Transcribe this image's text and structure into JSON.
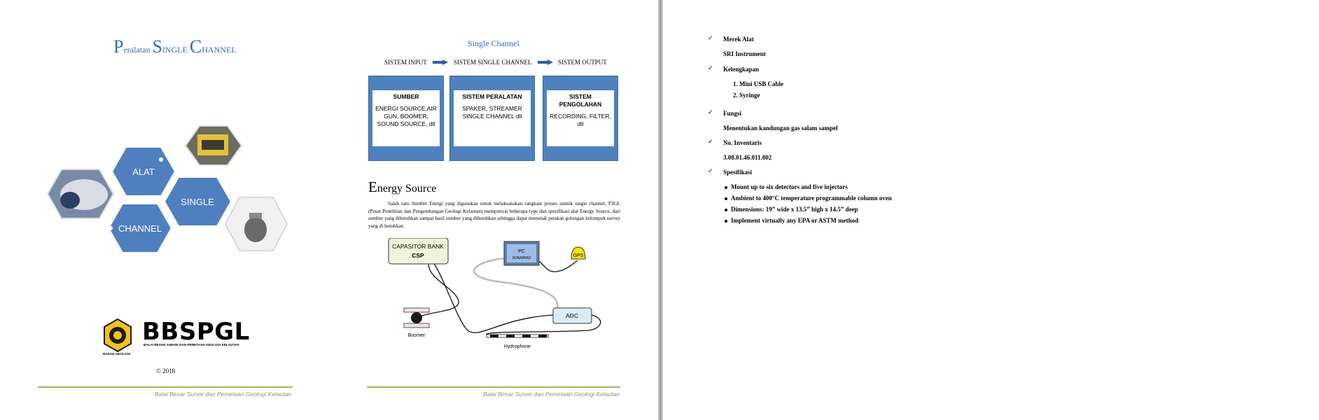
{
  "cover": {
    "title_parts": [
      "P",
      "eralatan ",
      "S",
      "INGLE ",
      "C",
      "HANNEL"
    ],
    "hexagons": [
      "ALAT",
      "SINGLE",
      "CHANNEL"
    ],
    "logo_text": "BBSPGL",
    "logo_subtitle": "BALAI BESAR SURVEI DAN PEMETAAN GEOLOGI KELAUTAN",
    "logo_emblem_caption": "BADAN GEOLOGI",
    "copyright": "© 2018",
    "footer": "Balai Besar Survei dan Pemetaan Geologi Kelautan"
  },
  "page2": {
    "title": "Single Channel",
    "flow": [
      "SISTEM INPUT",
      "SISTEM SINGLE CHANNEL",
      "SISTEM OUTPUT"
    ],
    "boxes": [
      {
        "heading": "SUMBER",
        "body": "ENERGI SOURCE,AIR GUN, BOOMER, SOUND SOURCE, dll"
      },
      {
        "heading": "SISTEM PERALATAN",
        "body": "SPAKER, STREAMER SINGLE CHANNEL dll"
      },
      {
        "heading": "SISTEM PENGOLAHAN",
        "body": "RECORDING, FILTER, dll"
      }
    ],
    "section_title_cap": "E",
    "section_title_rest": "nergy Source",
    "paragraph": "Salah satu Sumber Energi yang digunakan untuk melaksanakan rangkain proses sismik single channel, P3GL (Pusat Penelitian dan Pengembangan Geologi Kelautan) mempunyai beberapa type dan spesifikasi alat Energy Source, dari sumber yang dibutuhkan sampai hasil sumber yang dibutuhkan sehingga dapat memetak petakan golongan kelompok survey yang di butuhkan.",
    "diagram": {
      "capacitor_line1": "CAPASITOR BANK",
      "capacitor_line2": "CSP",
      "pc_line1": "PC",
      "pc_line2": "SONARWIZ",
      "gps": "GPS",
      "adc": "ADC",
      "boomer": "Boomer",
      "hydrophone": "Hydrophone"
    },
    "footer": "Balai Besar Survei dan Pemetaan Geologi Kelautan"
  },
  "page3": {
    "check_symbol": "✓",
    "merek_label": "Merek   Alat",
    "merek_value": "SRI Instrument",
    "kelengkapan_label": "Kelengkapan",
    "kelengkapan_items": [
      "1.   Mini USB Cable",
      "2.   Syringe"
    ],
    "fungsi_label": "Fungsi",
    "fungsi_value": "Menentukan kandungan gas salam sampel",
    "inventaris_label": "No. Inventaris",
    "inventaris_value": "3.08.01.46.011.002",
    "spesifikasi_label": "Spesifikasi",
    "spesifikasi_items": [
      "Mount up to six detectors and five injectors",
      "Ambient to 400°C temperature programmable column oven",
      "Dimensions: 19” wide x 13.5” high x 14.5” deep",
      "Implement virtually any EPA or ASTM method"
    ]
  }
}
